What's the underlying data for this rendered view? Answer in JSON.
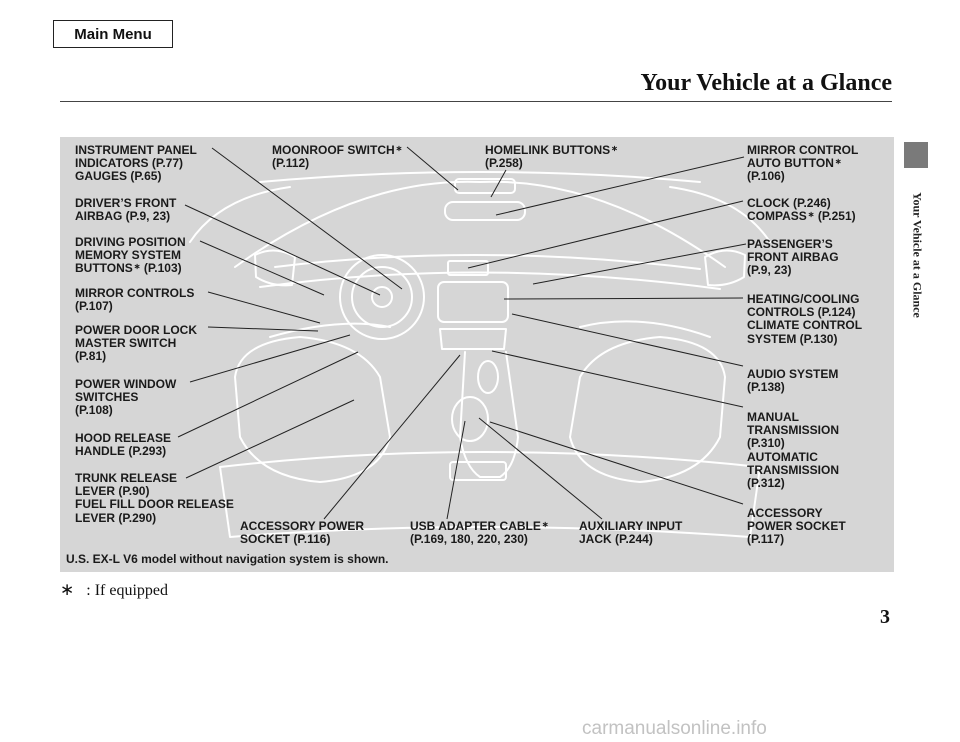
{
  "header": {
    "menu_label": "Main Menu",
    "title": "Your Vehicle at a Glance",
    "side_label": "Your Vehicle at a Glance"
  },
  "diagram": {
    "caption": "U.S. EX-L V6 model without navigation system is shown.",
    "labels": {
      "instrument_panel": [
        "INSTRUMENT PANEL",
        "INDICATORS (P.77)",
        "GAUGES (P.65)"
      ],
      "drivers_airbag": [
        "DRIVER’S FRONT",
        "AIRBAG (P.9, 23)"
      ],
      "driving_position": [
        "DRIVING POSITION",
        "MEMORY SYSTEM",
        "BUTTONS",
        "(P.103)"
      ],
      "mirror_controls": [
        "MIRROR CONTROLS",
        "(P.107)"
      ],
      "power_door_lock": [
        "POWER DOOR LOCK",
        "MASTER SWITCH",
        "(P.81)"
      ],
      "power_window": [
        "POWER WINDOW",
        "SWITCHES",
        "(P.108)"
      ],
      "hood_release": [
        "HOOD RELEASE",
        "HANDLE (P.293)"
      ],
      "trunk_release": [
        "TRUNK RELEASE",
        "LEVER (P.90)",
        "FUEL FILL DOOR RELEASE",
        "LEVER (P.290)"
      ],
      "moonroof": [
        "MOONROOF SWITCH",
        "(P.112)"
      ],
      "homelink": [
        "HOMELINK BUTTONS",
        "(P.258)"
      ],
      "mirror_auto": [
        "MIRROR CONTROL",
        "AUTO BUTTON",
        "(P.106)"
      ],
      "clock": [
        "CLOCK (P.246)",
        "COMPASS",
        "(P.251)"
      ],
      "passenger_airbag": [
        "PASSENGER’S",
        "FRONT AIRBAG",
        "(P.9, 23)"
      ],
      "heating": [
        "HEATING/COOLING",
        "CONTROLS (P.124)",
        "CLIMATE CONTROL",
        "SYSTEM (P.130)"
      ],
      "audio": [
        "AUDIO SYSTEM",
        "(P.138)"
      ],
      "transmission": [
        "MANUAL",
        "TRANSMISSION",
        "(P.310)",
        "AUTOMATIC",
        "TRANSMISSION",
        "(P.312)"
      ],
      "accessory_right": [
        "ACCESSORY",
        "POWER SOCKET",
        "(P.117)"
      ],
      "accessory_bottom": [
        "ACCESSORY POWER",
        "SOCKET (P.116)"
      ],
      "usb": [
        "USB ADAPTER CABLE",
        "(P.169, 180, 220, 230)"
      ],
      "aux": [
        "AUXILIARY INPUT",
        "JACK (P.244)"
      ]
    }
  },
  "equip_mark": "∗",
  "footnote": {
    "symbol": "∗",
    "text": ":   If equipped"
  },
  "page_number": "3",
  "watermark": "carmanualsonline.info"
}
